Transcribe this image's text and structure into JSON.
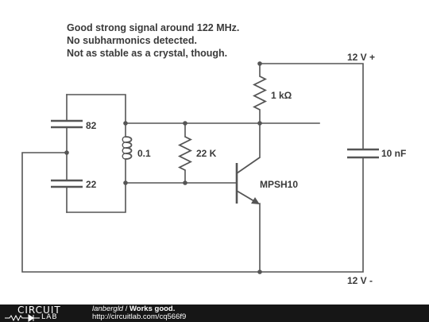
{
  "notes": {
    "line1": "Good strong signal around 122 MHz.",
    "line2": "No subharmonics detected.",
    "line3": "Not as stable as a crystal, though."
  },
  "labels": {
    "supply_positive": "12 V +",
    "supply_negative": "12 V -",
    "resistor_collector": "1 kΩ",
    "resistor_bias": "22 K",
    "capacitor_top": "82",
    "capacitor_bottom": "22",
    "inductor": "0.1",
    "capacitor_supply": "10 nF",
    "transistor": "MPSH10"
  },
  "footer": {
    "logo_top": "CIRCUIT",
    "logo_bottom": "LAB",
    "author": "lanbergld",
    "separator": " / ",
    "title": "Works good.",
    "url": "http://circuitlab.com/cq566f9"
  },
  "colors": {
    "wire": "#555555",
    "text": "#3a3a3a",
    "footer_bg": "#161616"
  }
}
